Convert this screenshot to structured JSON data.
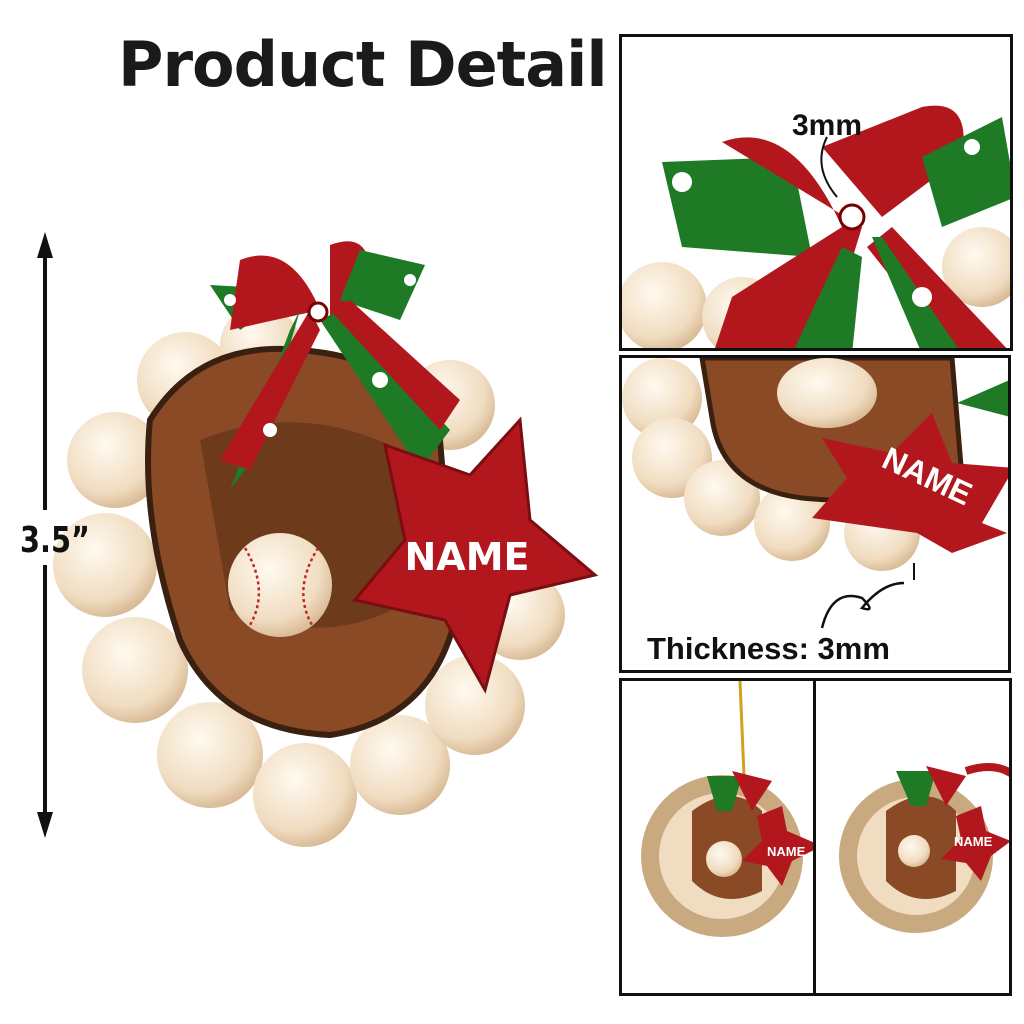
{
  "header": {
    "title": "Product Detail"
  },
  "main_view": {
    "height_label": "3.5”",
    "name_text": "NAME"
  },
  "detail_top": {
    "hole_label": "3mm"
  },
  "detail_middle": {
    "thickness_label": "Thickness: 3mm",
    "name_text": "NAME"
  },
  "previews": [
    {
      "name_text": "NAME"
    },
    {
      "name_text": "NAME"
    }
  ],
  "colors": {
    "red": "#b3171e",
    "green": "#1f7a26",
    "leather": "#8a4a25",
    "ball": "#f2e2c6",
    "stitch": "#c0262a"
  }
}
